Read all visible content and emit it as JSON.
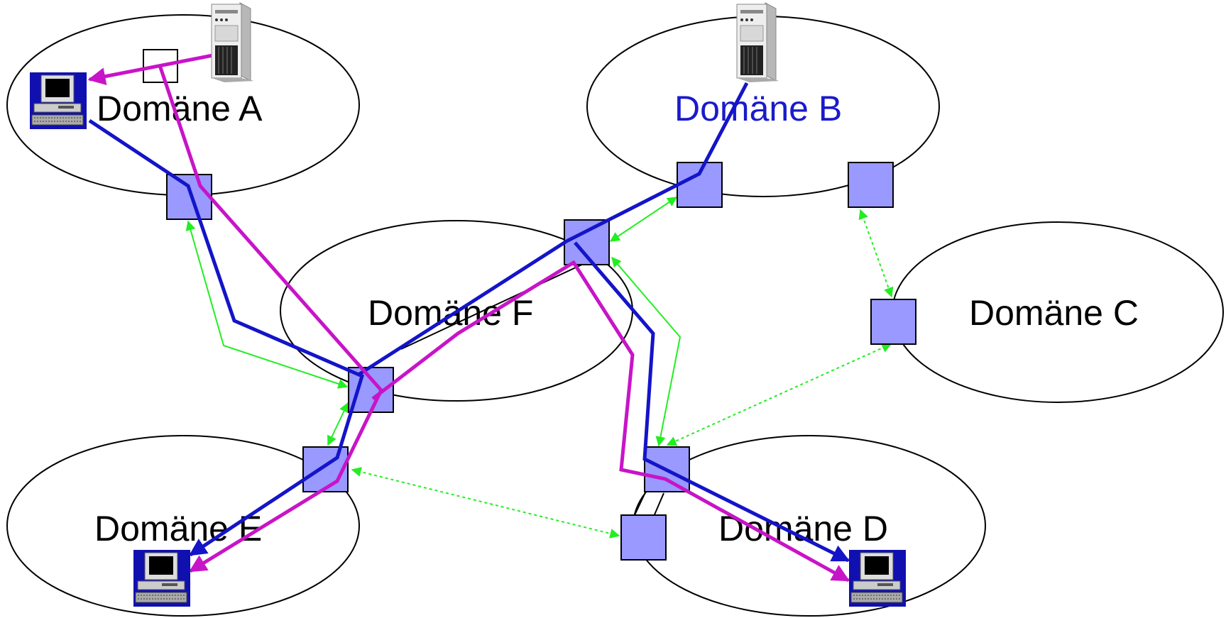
{
  "domains": {
    "a": {
      "label": "Domäne A",
      "color": "#000000"
    },
    "b": {
      "label": "Domäne B",
      "color": "#1a1acc"
    },
    "c": {
      "label": "Domäne C",
      "color": "#000000"
    },
    "d": {
      "label": "Domäne D",
      "color": "#000000"
    },
    "e": {
      "label": "Domäne E",
      "color": "#000000"
    },
    "f": {
      "label": "Domäne F",
      "color": "#000000"
    }
  },
  "colors": {
    "node_fill": "#9999ff",
    "path_blue": "#1414c8",
    "path_magenta": "#c814c8",
    "peering_green": "#22ee22"
  },
  "icons": [
    "server-icon",
    "workstation-icon"
  ]
}
